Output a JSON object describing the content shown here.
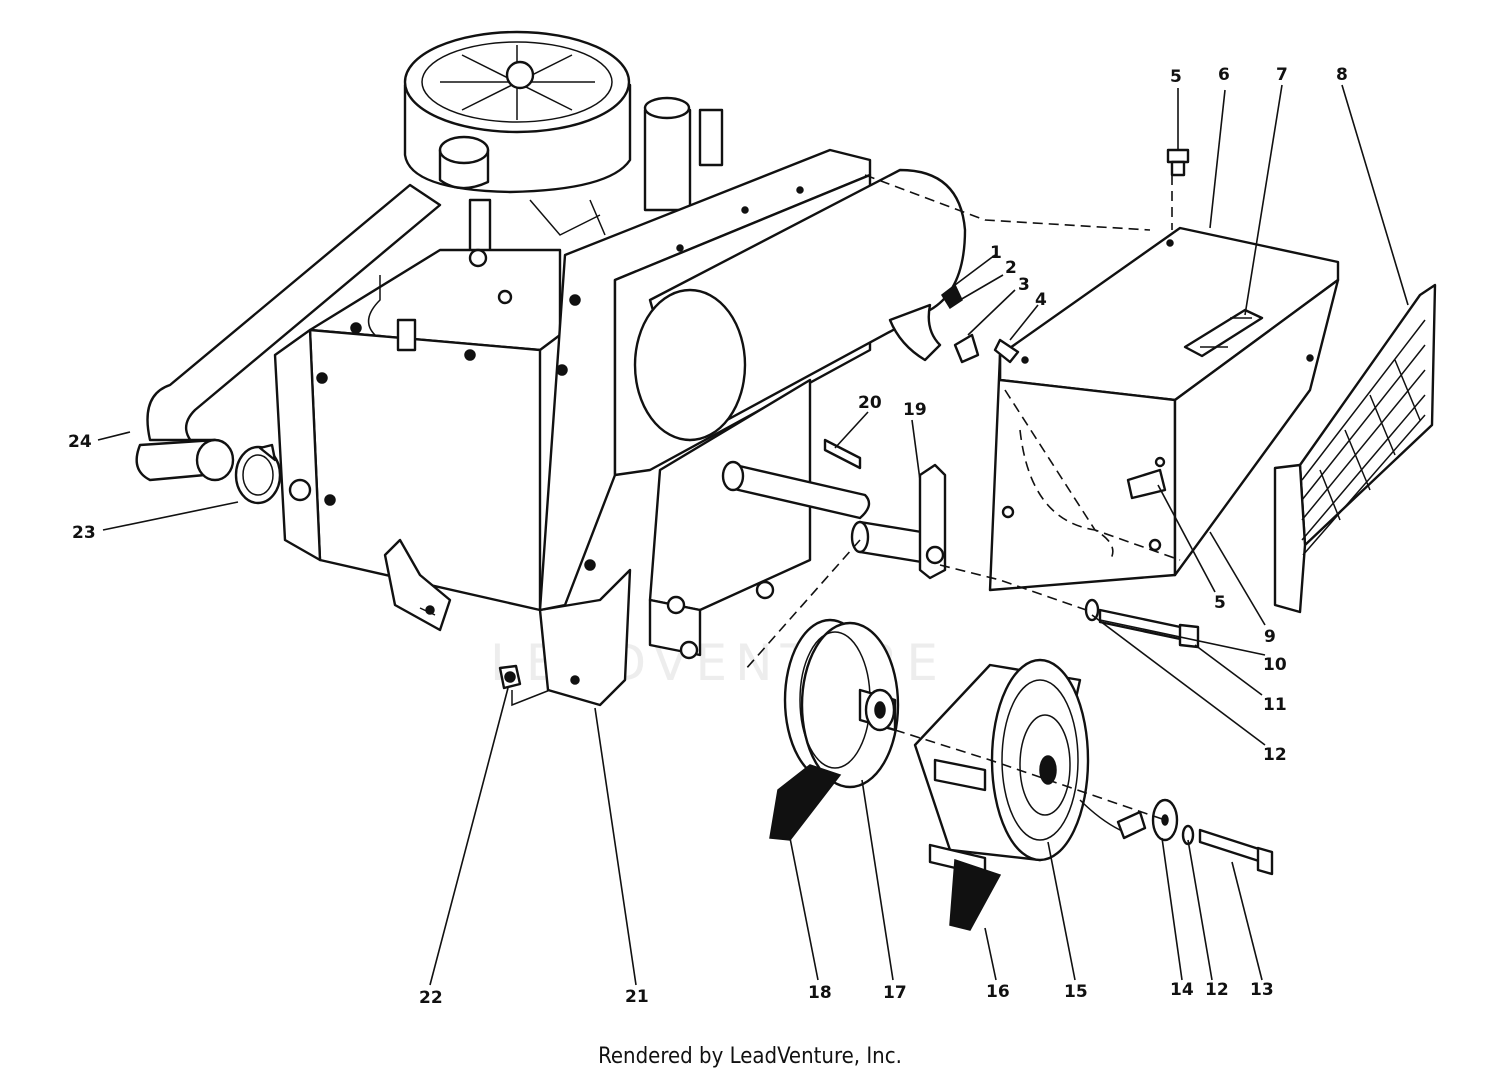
{
  "diagram": {
    "callouts": [
      "1",
      "2",
      "3",
      "4",
      "5",
      "6",
      "7",
      "8",
      "5",
      "9",
      "10",
      "11",
      "12",
      "12",
      "13",
      "14",
      "15",
      "16",
      "17",
      "18",
      "19",
      "20",
      "21",
      "22",
      "23",
      "24"
    ],
    "watermark": "LEADVENTURE"
  },
  "footer": {
    "credit": "Rendered by LeadVenture, Inc."
  }
}
